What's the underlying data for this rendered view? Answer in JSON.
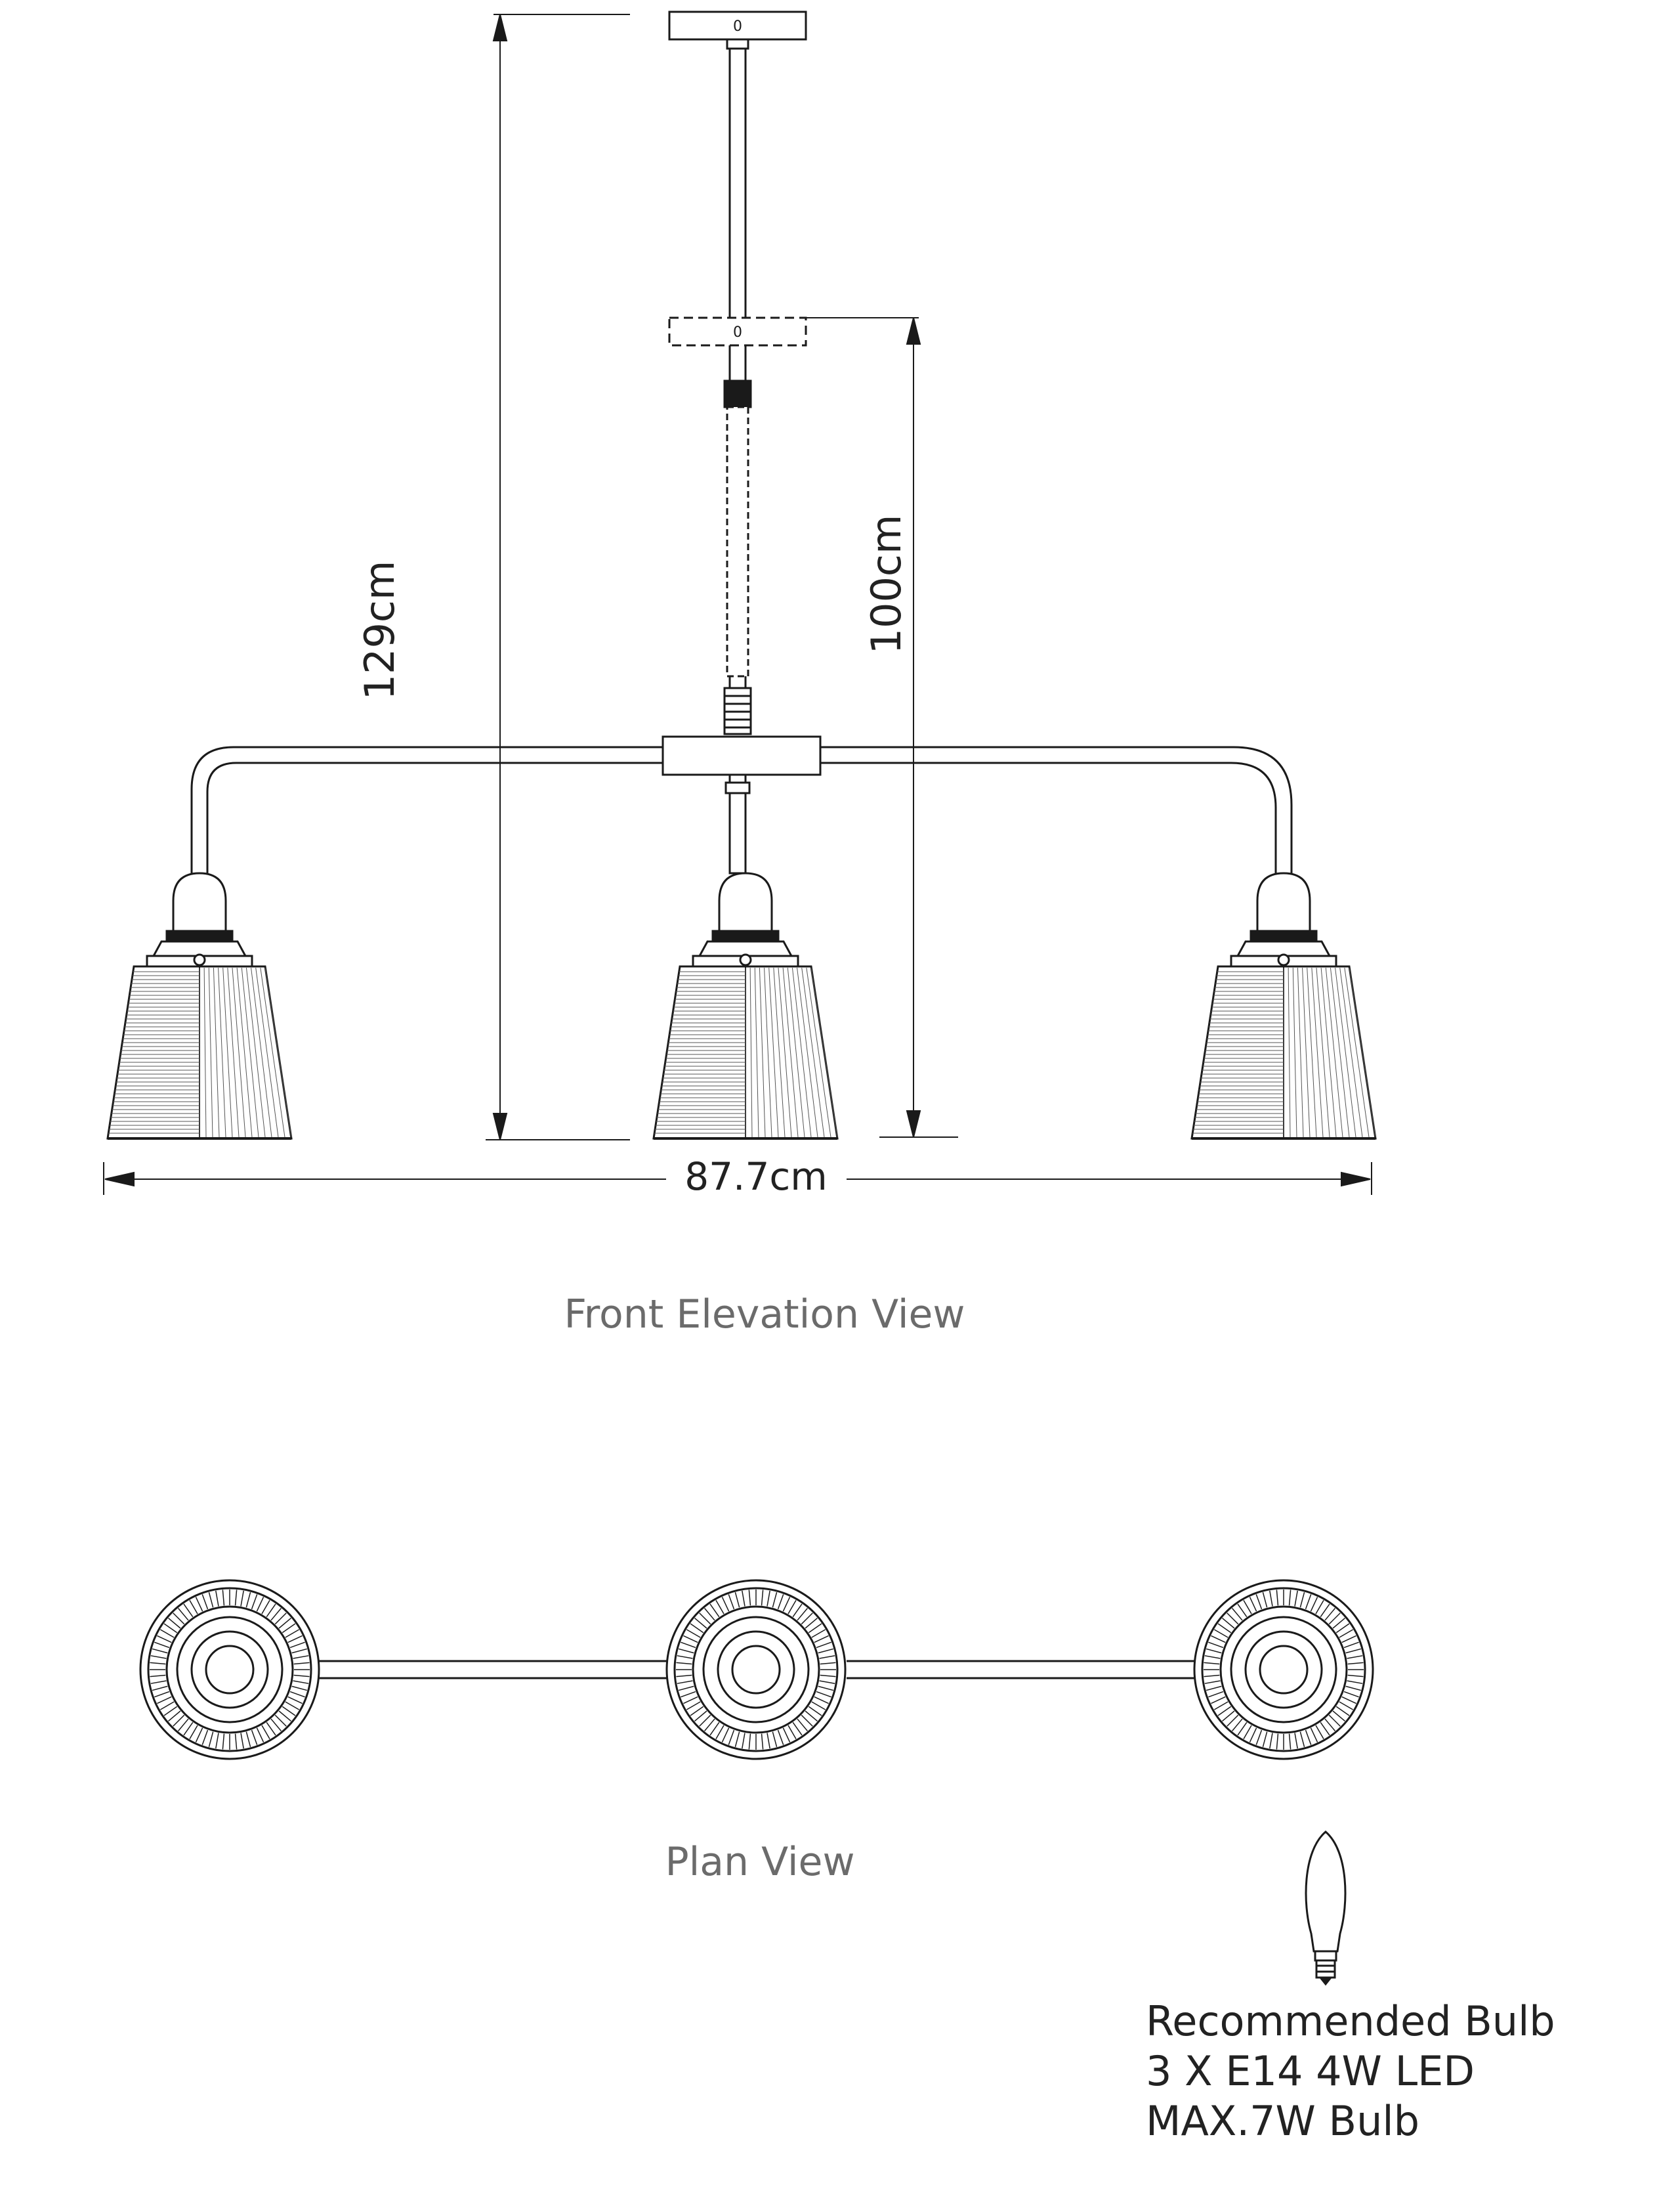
{
  "front_view": {
    "title": "Front Elevation View",
    "dim_total_height": "129cm",
    "dim_drop_height": "100cm",
    "dim_width": "87.7cm",
    "canopy_mark": "0"
  },
  "plan_view": {
    "title": "Plan View"
  },
  "bulb": {
    "line1": "Recommended Bulb",
    "line2": "3 X E14 4W LED",
    "line3": "MAX.7W Bulb"
  },
  "colors": {
    "line": "#1a1a1a",
    "caption": "#6b6b6b",
    "text": "#222222"
  }
}
